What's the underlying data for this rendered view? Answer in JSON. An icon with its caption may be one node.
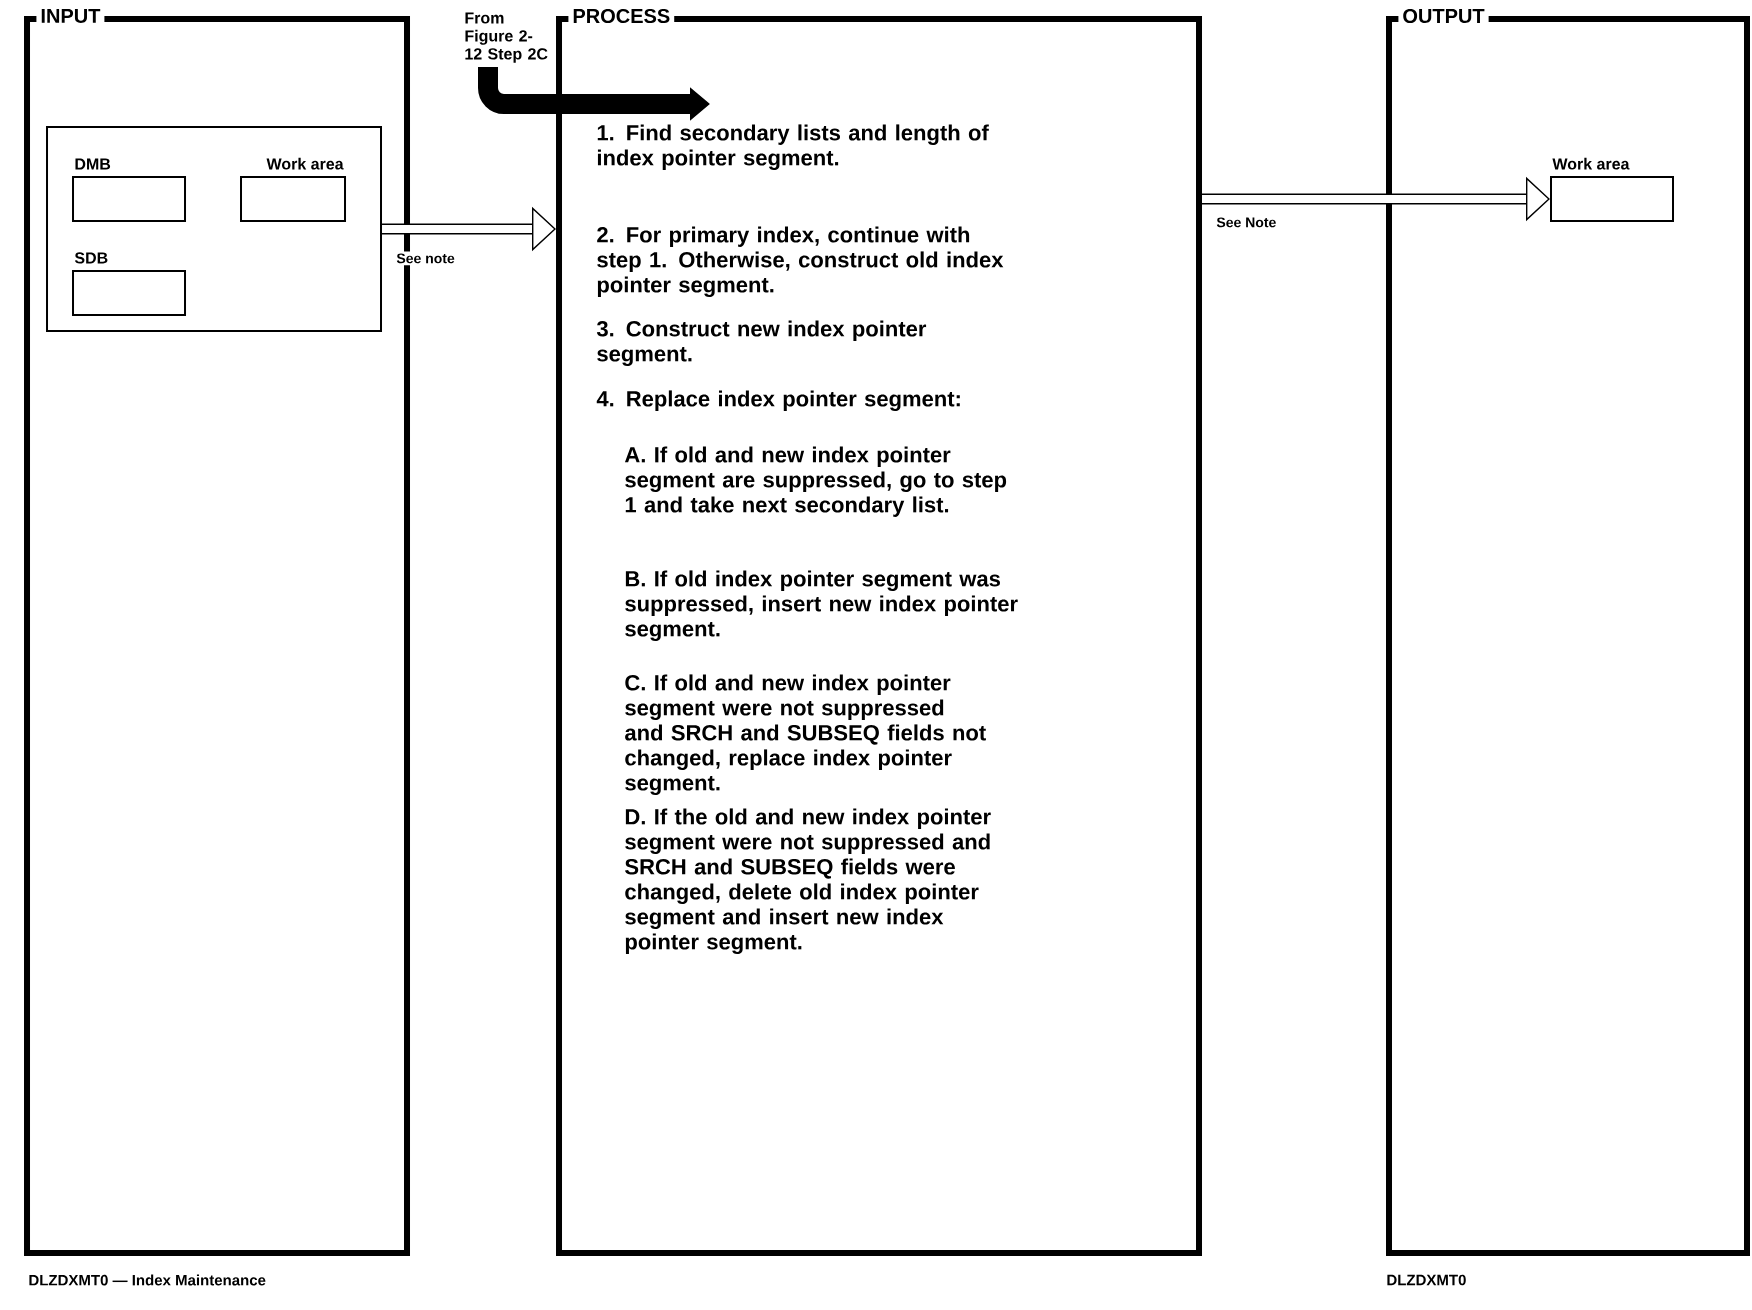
{
  "diagram": {
    "nodes": [
      {
        "text": [
          "INPUT"
        ]
      },
      {
        "text": [],
        "shape": "box",
        "in": 0
      },
      {
        "text": [
          "DMB"
        ],
        "in": 1
      },
      {
        "text": [
          "Work area"
        ],
        "in": 1
      },
      {
        "text": [
          "SDB"
        ],
        "in": 1
      },
      {
        "text": [
          "From Figure 2-12 Step 2C"
        ]
      },
      {
        "text": [
          "PROCESS",
          "1. Find secondary lists and length of index pointer segment.",
          "2. For primary index, continue with step 1. Otherwise, construct old index pointer segment.",
          "3. Construct new index pointer segment.",
          "4. Replace index pointer segment:",
          "A. If old and new index pointer segment are suppressed, go to step 1 and take next secondary list.",
          "B. If old index pointer segment was suppressed, insert new index pointer segment.",
          "C. If old and new index pointer segment were not suppressed and SRCH and SUBSEQ fields not changed, replace index pointer segment.",
          "D. If the old and new index pointer segment were not suppressed and SRCH and SUBSEQ fields were changed, delete old index pointer segment and insert new index pointer segment."
        ]
      },
      {
        "text": [
          "OUTPUT"
        ]
      },
      {
        "text": [
          "Work area"
        ],
        "in": 7
      }
    ],
    "edges": [
      {
        "from": 1,
        "to": 6,
        "arrow": "to",
        "label": "See note"
      },
      {
        "from": 5,
        "to": 6,
        "arrow": "to",
        "style": "thick"
      },
      {
        "from": 6,
        "to": 8,
        "arrow": "to",
        "label": "See Note"
      }
    ],
    "labels": [
      "DLZDXMT0 — Index Maintenance",
      "DLZDXMT0"
    ]
  }
}
